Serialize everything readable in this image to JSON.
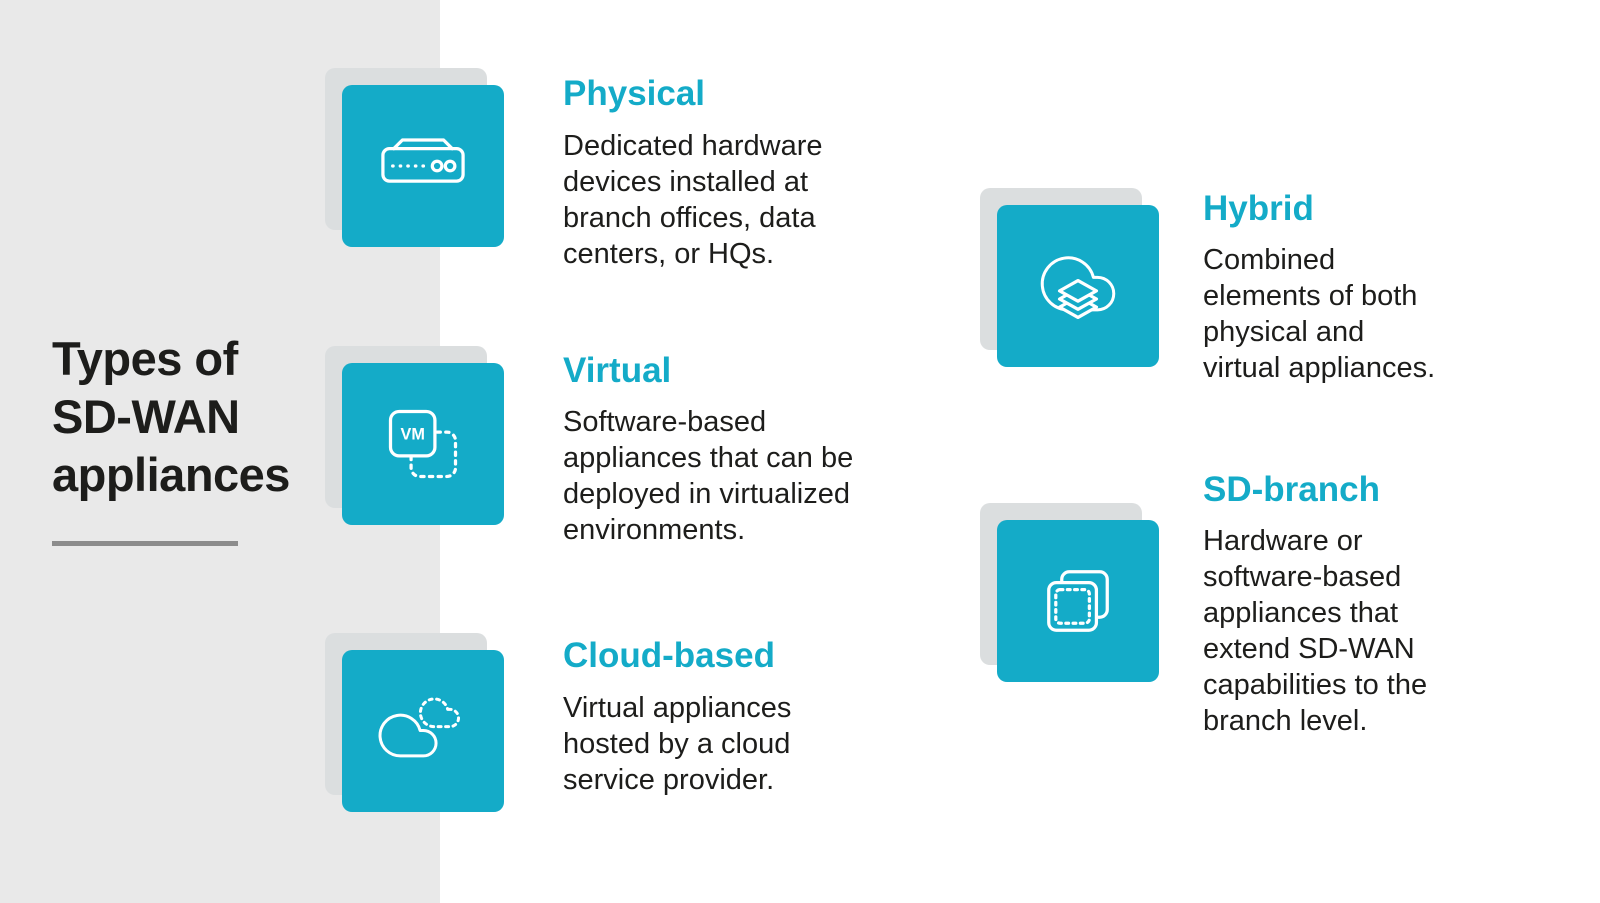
{
  "theme": {
    "accent": "#14abc8",
    "panel": "#e9e9e9",
    "text": "#1d1d1b",
    "rule": "#8c8c8c",
    "tile_shadow": "#dbdedf",
    "background": "#ffffff"
  },
  "sidebar": {
    "title": "Types of\nSD-WAN\nappliances"
  },
  "icons": {
    "vm_label": "VM"
  },
  "cards": [
    {
      "id": "physical",
      "label": "Physical",
      "description": "Dedicated hardware\ndevices installed at\nbranch offices, data\ncenters, or HQs.",
      "icon": "hardware-appliance-icon"
    },
    {
      "id": "virtual",
      "label": "Virtual",
      "description": "Software-based\nappliances that can be\ndeployed in virtualized\nenvironments.",
      "icon": "vm-icon"
    },
    {
      "id": "cloud-based",
      "label": "Cloud-based",
      "description": "Virtual appliances\nhosted by a cloud\nservice provider.",
      "icon": "cloud-icon"
    },
    {
      "id": "hybrid",
      "label": "Hybrid",
      "description": "Combined\nelements of both\nphysical and\nvirtual appliances.",
      "icon": "cloud-layers-icon"
    },
    {
      "id": "sd-branch",
      "label": "SD-branch",
      "description": "Hardware or\nsoftware-based\nappliances that\nextend SD-WAN\ncapabilities to the\nbranch level.",
      "icon": "stacked-squares-icon"
    }
  ]
}
